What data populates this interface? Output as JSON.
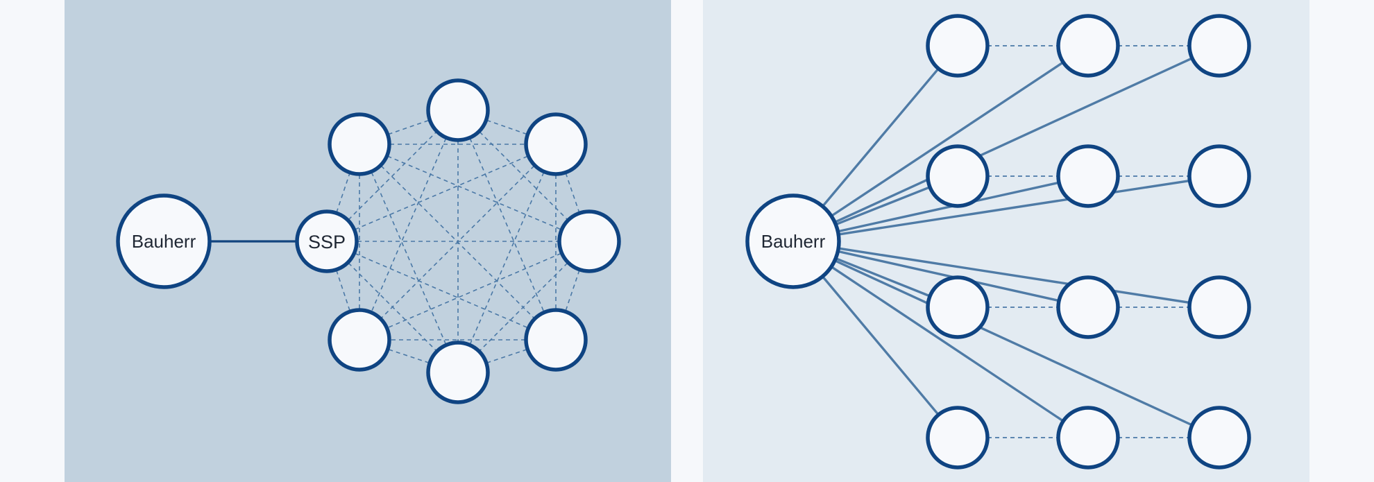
{
  "colors": {
    "page_background": "#f6f8fb",
    "left_panel": "#c1d1de",
    "right_panel": "#e3ebf2",
    "node_fill": "#f7f9fc",
    "node_stroke": "#0f4482",
    "solid_link": "#13457f",
    "fan_link": "#4f7ba6",
    "dashed_link": "#4a78a6"
  },
  "left_diagram": {
    "client_label": "Bauherr",
    "hub_label": "SSP",
    "link": "solid",
    "mesh": "dashed",
    "ring_node_count": 8
  },
  "right_diagram": {
    "client_label": "Bauherr",
    "rows": 4,
    "columns": 3,
    "client_links": "solid",
    "row_links": "dashed"
  }
}
